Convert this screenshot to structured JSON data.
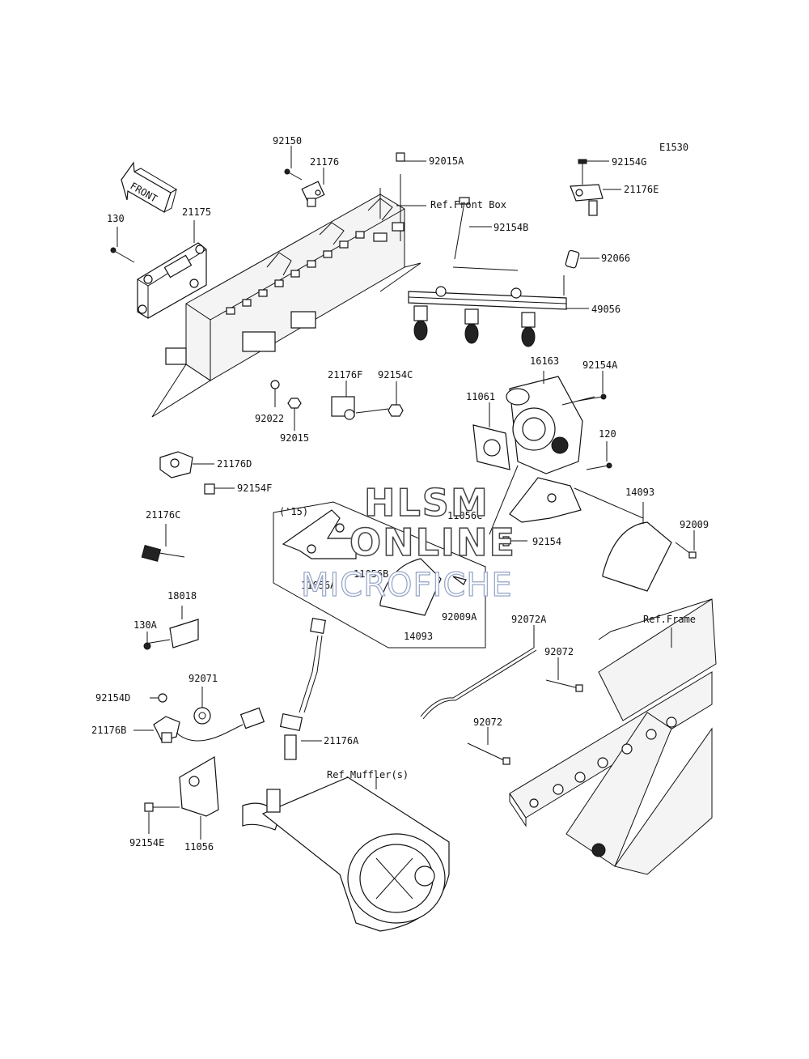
{
  "diagram_id": "E1530",
  "front_arrow": "FRONT",
  "references": {
    "front_box": "Ref.Front Box",
    "frame": "Ref.Frame",
    "mufflers": "Ref.Muffler(s)"
  },
  "inset_year": "('15)",
  "watermark": {
    "line1": "HLSM",
    "line2": "ONLINE",
    "line3": "MICROFICHE"
  },
  "part_labels": {
    "p92150": "92150",
    "p21176": "21176",
    "p92015A": "92015A",
    "p92154G": "92154G",
    "p21176E": "21176E",
    "p130": "130",
    "p21175": "21175",
    "p92154B": "92154B",
    "p92066": "92066",
    "p49056": "49056",
    "p16163": "16163",
    "p92154A": "92154A",
    "p21176F": "21176F",
    "p92154C": "92154C",
    "p11061": "11061",
    "p92022": "92022",
    "p92015": "92015",
    "p120": "120",
    "p21176D": "21176D",
    "p92154F": "92154F",
    "p11056C": "11056C",
    "p14093_r": "14093",
    "p21176C": "21176C",
    "p92009": "92009",
    "p92154": "92154",
    "p11056B": "11056B",
    "p11056A": "11056A",
    "p92009A": "92009A",
    "p14093_i": "14093",
    "p18018": "18018",
    "p130A": "130A",
    "p92072A": "92072A",
    "p92072_a": "92072",
    "p92071": "92071",
    "p92154D": "92154D",
    "p21176B": "21176B",
    "p21176A": "21176A",
    "p92072_b": "92072",
    "p92154E": "92154E",
    "p11056": "11056"
  }
}
